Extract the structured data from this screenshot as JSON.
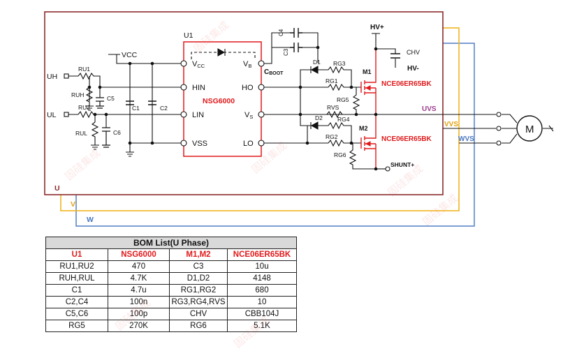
{
  "colors": {
    "frame_u": "#8b2a2a",
    "frame_v": "#f0b521",
    "frame_w": "#5b86c9",
    "ic_outline": "#e0191b",
    "highlight_text": "#e0191b",
    "phase_label": "#9b3b8e"
  },
  "watermark": "固硅集成",
  "schematic": {
    "u1_ref": "U1",
    "u1_part": "NSG6000",
    "pins": {
      "vcc": "V",
      "vcc_sub": "CC",
      "hin": "HIN",
      "lin": "LIN",
      "vss": "VSS",
      "vb": "V",
      "vb_sub": "B",
      "ho": "HO",
      "vs": "V",
      "vs_sub": "S",
      "lo": "LO",
      "cboot": "C",
      "cboot_sub": "BOOT"
    },
    "labels": {
      "vcc_rail": "VCC",
      "uh": "UH",
      "ul": "UL",
      "ru1": "RU1",
      "ruh": "RUH",
      "c5": "C5",
      "ru2": "RU2",
      "rul": "RUL",
      "c6": "C6",
      "c1": "C1",
      "c2": "C2",
      "c4": "C4",
      "c3": "C3",
      "d1": "D1",
      "rg3": "RG3",
      "rg1": "RG1",
      "rg5": "RG5",
      "m1": "M1",
      "m1_part": "NCE06ER65BK",
      "rvs": "RVS",
      "d2": "D2",
      "rg4": "RG4",
      "rg2": "RG2",
      "rg6": "RG6",
      "m2": "M2",
      "m2_part": "NCE06ER65BK",
      "hv_plus": "HV+",
      "chv": "CHV",
      "hv_minus": "HV-",
      "shunt": "SHUNT+",
      "uvs": "UVS",
      "vvs": "VVS",
      "wvs": "WVS",
      "motor": "M",
      "frame_u": "U",
      "frame_v": "V",
      "frame_w": "W"
    }
  },
  "bom": {
    "title": "BOM List(U Phase)",
    "header": [
      "U1",
      "NSG6000",
      "M1,M2",
      "NCE06ER65BK"
    ],
    "rows": [
      [
        "RU1,RU2",
        "470",
        "C3",
        "10u"
      ],
      [
        "RUH,RUL",
        "4.7K",
        "D1,D2",
        "4148"
      ],
      [
        "C1",
        "4.7u",
        "RG1,RG2",
        "680"
      ],
      [
        "C2,C4",
        "100n",
        "RG3,RG4,RVS",
        "10"
      ],
      [
        "C5,C6",
        "100p",
        "CHV",
        "CBB104J"
      ],
      [
        "RG5",
        "270K",
        "RG6",
        "5.1K"
      ]
    ]
  }
}
